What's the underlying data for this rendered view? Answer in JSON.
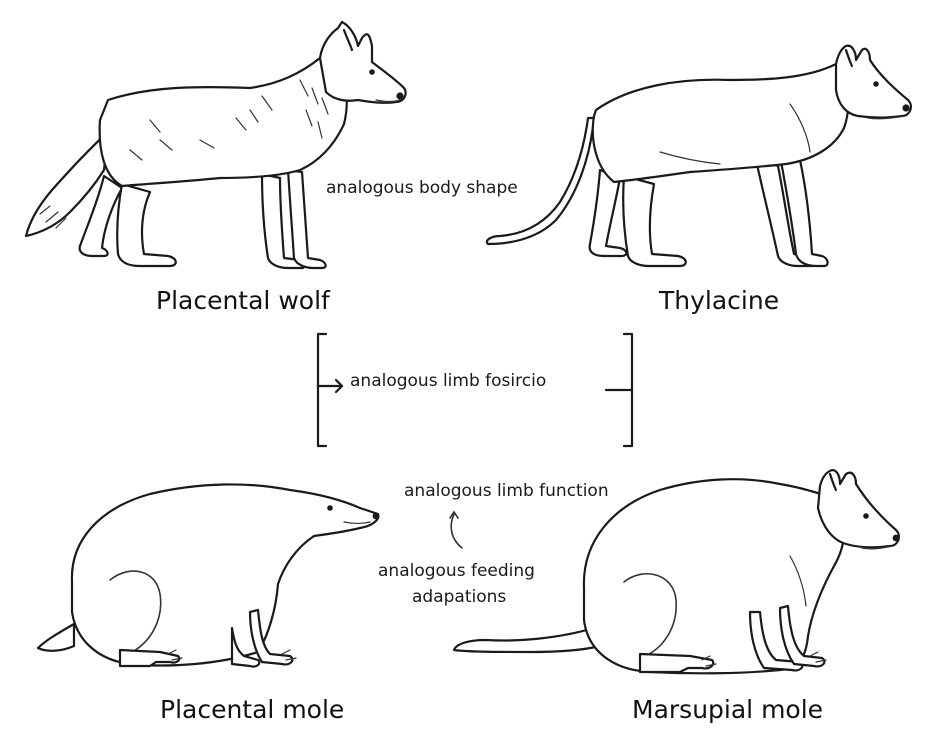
{
  "animals": {
    "wolf": "Placental wolf",
    "thylacine": "Thylacine",
    "placental_mole": "Placental mole",
    "marsupial_mole": "Marsupial mole"
  },
  "annotations": {
    "body_shape": "analogous body shape",
    "limb_fosircio": "analogous limb fosircio",
    "limb_function": "analogous limb function",
    "feeding_line1": "analogous feeding",
    "feeding_line2": "adapations"
  },
  "colors": {
    "ink": "#1a1a1a",
    "background": "#ffffff"
  }
}
